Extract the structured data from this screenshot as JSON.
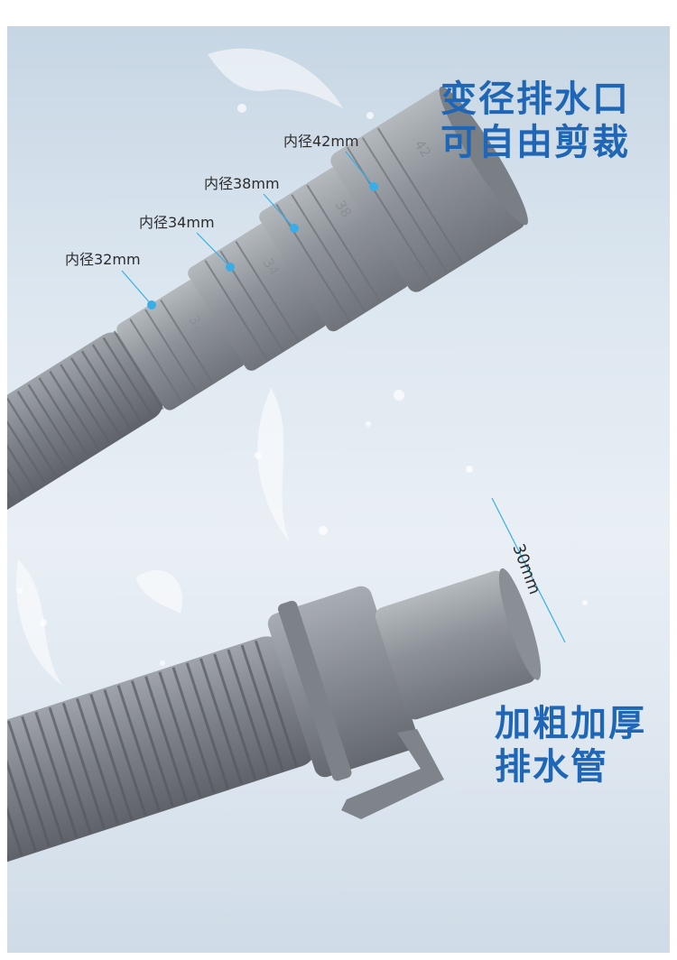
{
  "headline_top": {
    "line1": "变径排水口",
    "line2": "可自由剪裁"
  },
  "headline_bottom": {
    "line1": "加粗加厚",
    "line2": "排水管"
  },
  "diameter_labels": [
    "内径42mm",
    "内径38mm",
    "内径34mm",
    "内径32mm"
  ],
  "engraved_numbers": [
    "42",
    "38",
    "34",
    "32"
  ],
  "outlet_label": "30mm",
  "colors": {
    "headline": "#1f66b6",
    "hose": "#8b9097",
    "marker": "#39aee6",
    "background": "#dfe8f1"
  }
}
